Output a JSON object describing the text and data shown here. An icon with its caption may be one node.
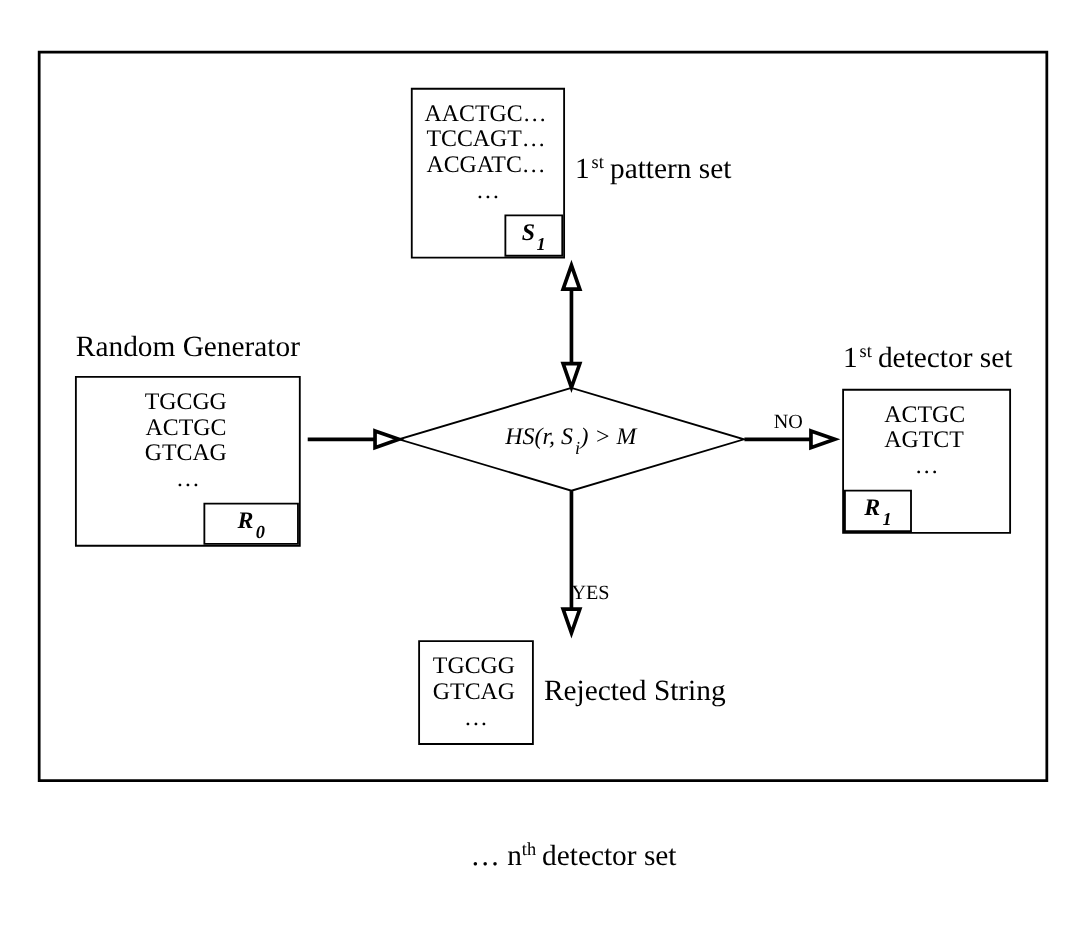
{
  "diagram": {
    "nodes": [
      {
        "text": [],
        "shape": "box"
      },
      {
        "text": [
          "TGCGG ACTGC GTCAG …",
          "R$_{0}$"
        ],
        "beside": [
          "Random Generator"
        ],
        "in": 0
      },
      {
        "text": [
          "AACTGC… TCCAGT… ACGATC… …",
          "S$_{1}$"
        ],
        "beside": [
          "1$^{st}$ pattern set"
        ],
        "in": 0
      },
      {
        "text": [
          "HS(r, S$_{i}$) > M"
        ],
        "in": 0
      },
      {
        "text": [
          "ACTGC AGTCT …",
          "R$_{1}$"
        ],
        "beside": [
          "1$^{st}$ detector set"
        ],
        "in": 0
      },
      {
        "text": [
          "TGCGG GTCAG …"
        ],
        "beside": [
          "Rejected String"
        ],
        "in": 0
      }
    ],
    "edges": [
      {
        "from": 1,
        "to": 3,
        "arrow": "to"
      },
      {
        "from": 2,
        "to": 3,
        "arrow": "both"
      },
      {
        "from": 3,
        "to": 4,
        "arrow": "to",
        "label": "NO"
      },
      {
        "from": 3,
        "to": 5,
        "arrow": "to",
        "label": "YES"
      }
    ],
    "labels": [
      "… n$^{th}$ detector set"
    ]
  }
}
